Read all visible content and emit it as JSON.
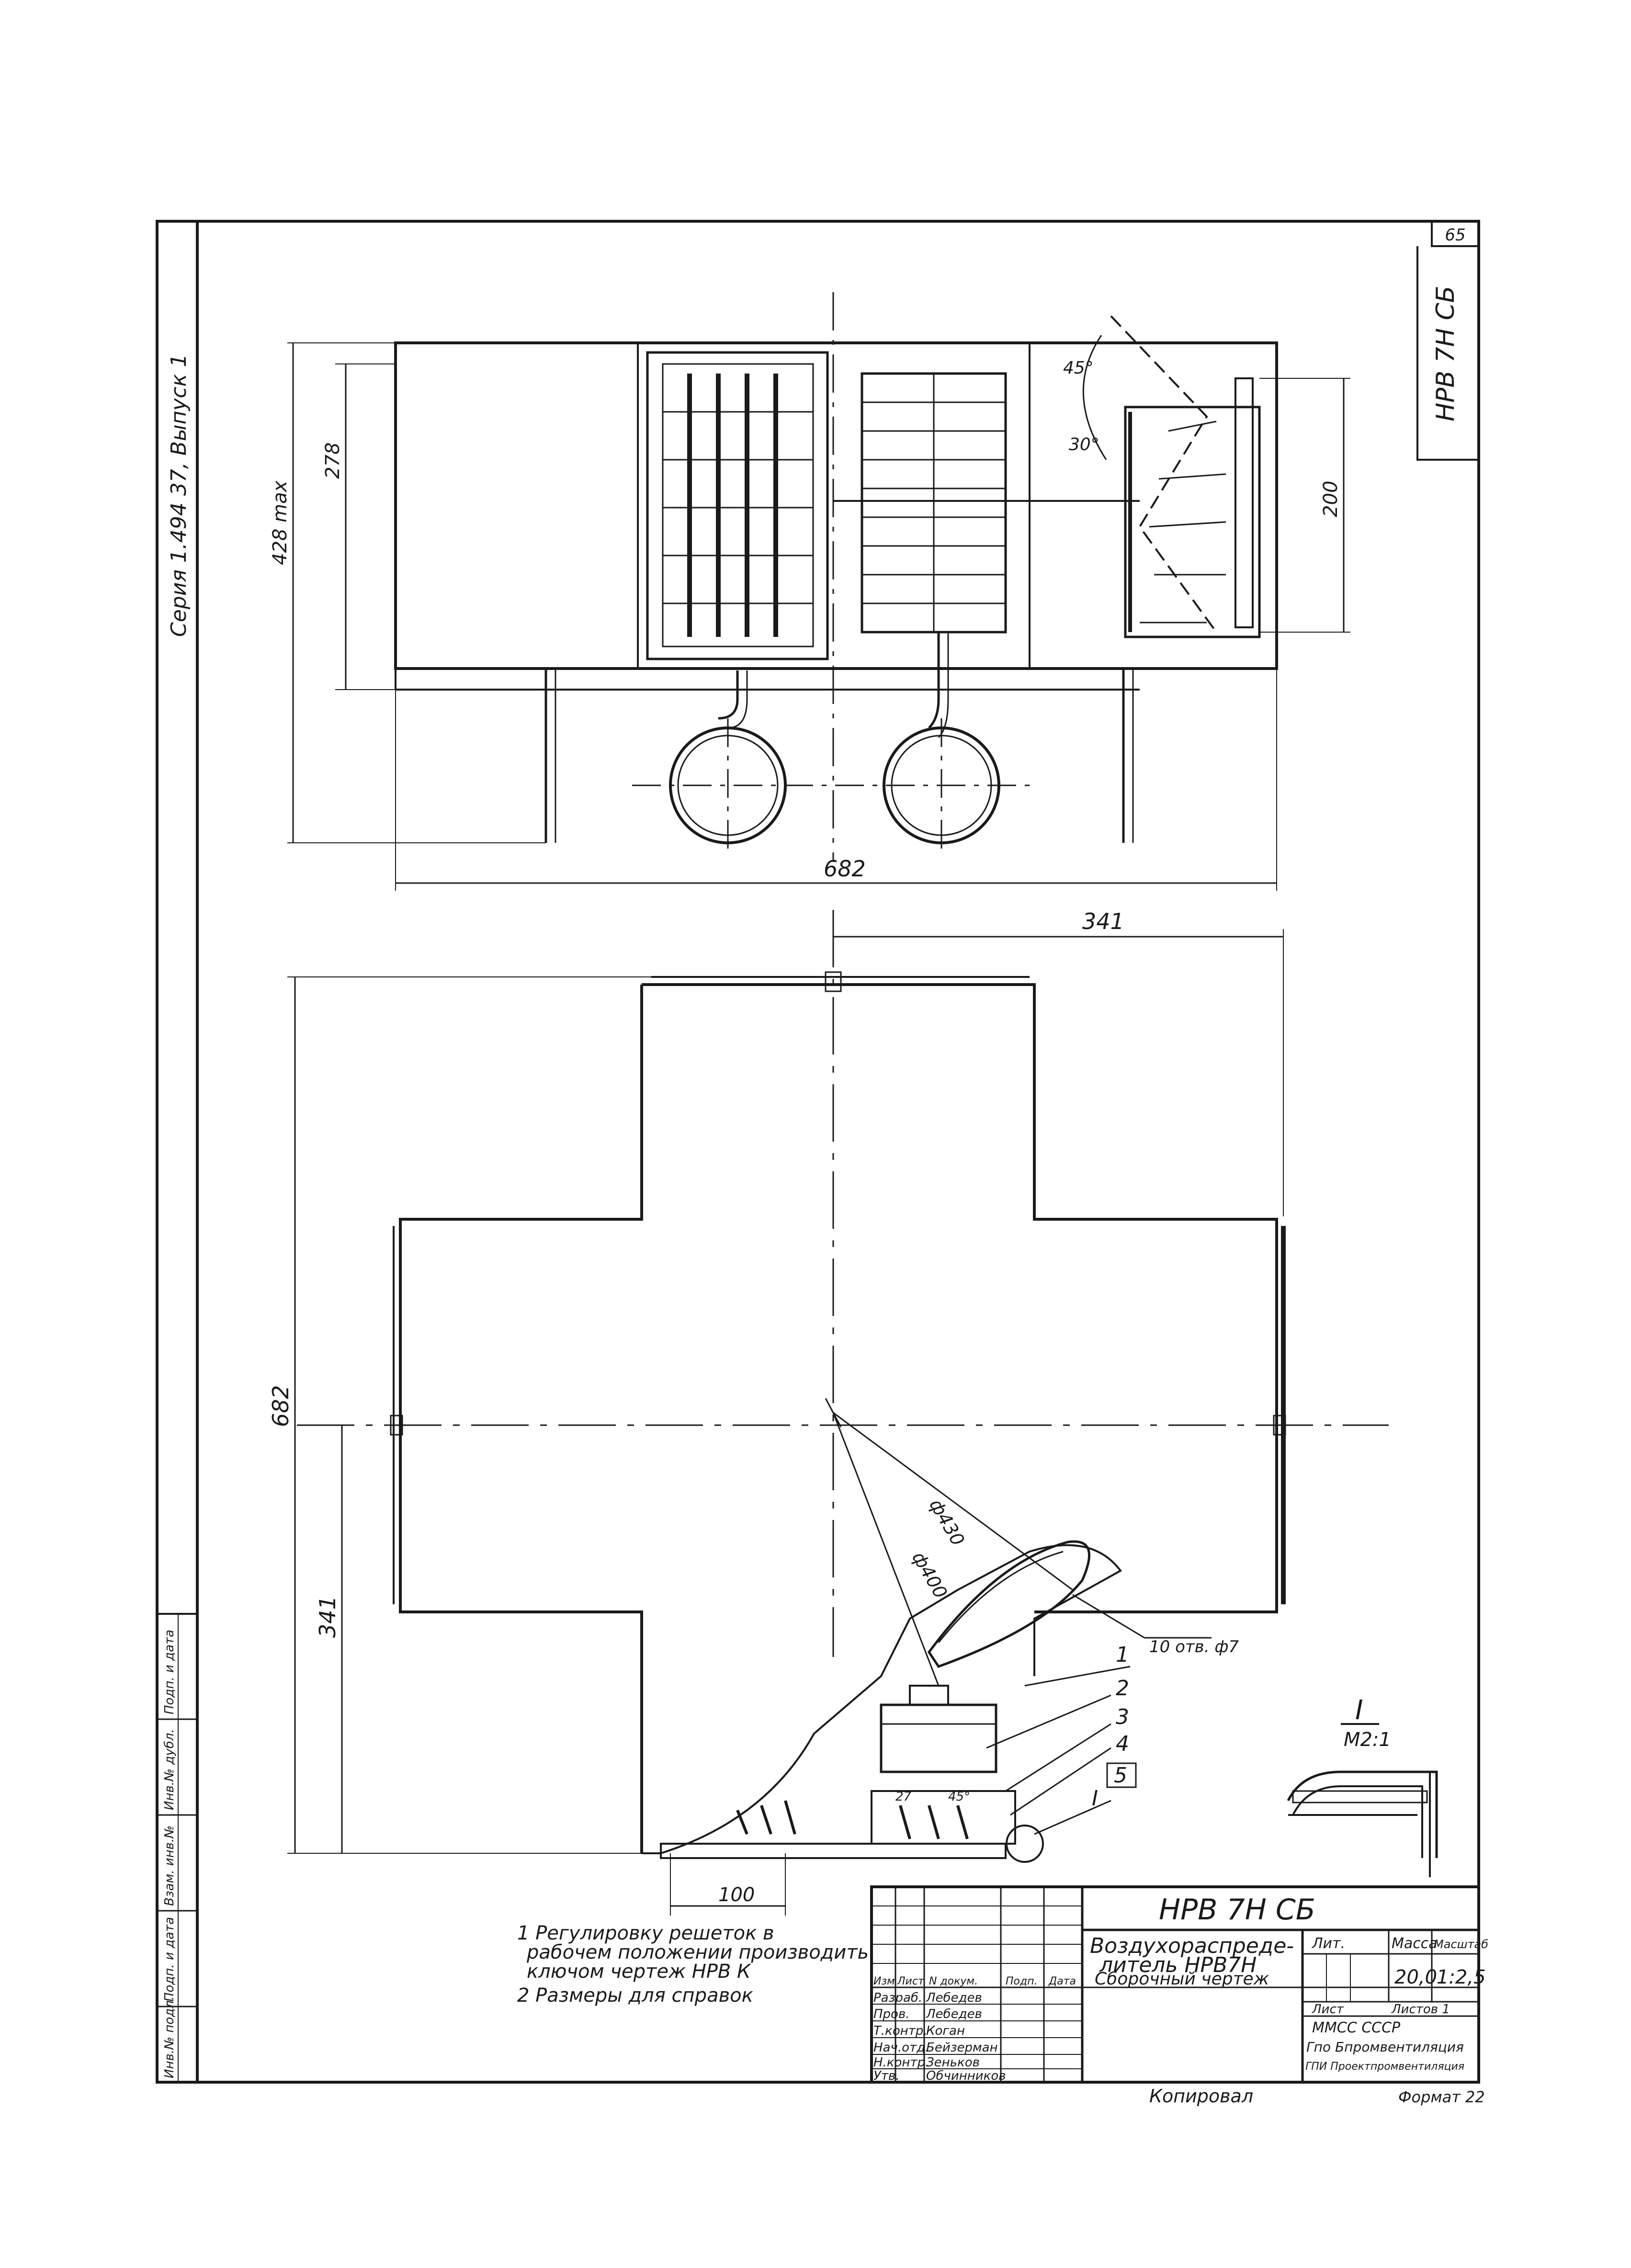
{
  "sheet": {
    "number": "65",
    "series": "Серия 1.494 37, Выпуск 1",
    "code_vertical": "НРВ 7Н СБ",
    "format": "Формат 22",
    "copied_by": "Копировал"
  },
  "stamps_left": [
    "Инв.№ подл.",
    "Подп. и дата",
    "Взам. инв.№",
    "Инв.№ дубл.",
    "Подп. и дата"
  ],
  "dims": {
    "top_height": "428 max",
    "top_inner": "278",
    "top_right": "200",
    "top_width": "682",
    "angle_45": "45°",
    "angle_30": "30°",
    "plan_half_top": "341",
    "plan_full": "682",
    "plan_half_left": "341",
    "dia_430": "ф430",
    "dia_400": "ф400",
    "holes": "10 отв. ф7",
    "bottom_100": "100",
    "small_45": "45°",
    "small_27": "27"
  },
  "callouts": [
    "1",
    "2",
    "3",
    "4",
    "5",
    "I"
  ],
  "detail": {
    "roman": "I",
    "scale": "M2:1"
  },
  "notes": [
    "1 Регулировку решеток в",
    "рабочем положении производить",
    "ключом чертеж НРВ К",
    "2 Размеры для справок"
  ],
  "title_block": {
    "designation": "НРВ 7Н СБ",
    "name_line1": "Воздухораспреде-",
    "name_line2": "литель НРВ7Н",
    "name_line3": "Сборочный чертеж",
    "col_headers": [
      "Изм",
      "Лист",
      "N докум.",
      "Подп.",
      "Дата"
    ],
    "roles": [
      {
        "role": "Разраб.",
        "name": "Лебедев"
      },
      {
        "role": "Пров.",
        "name": "Лебедев"
      },
      {
        "role": "Т.контр.",
        "name": "Коган"
      },
      {
        "role": "Нач.отд.",
        "name": "Бейзерман"
      },
      {
        "role": "Н.контр.",
        "name": "Зеньков"
      },
      {
        "role": "Утв.",
        "name": "Обчинников"
      }
    ],
    "lit_label": "Лит.",
    "mass_label": "Масса",
    "scale_label": "Масштаб",
    "mass": "20,0",
    "scale": "1:2,5",
    "sheet_label": "Лист",
    "sheets_label": "Листов 1",
    "org1": "ММСС СССР",
    "org2": "Гпо Бпромвентиляция",
    "org3": "ГПИ Проектпромвентиляция"
  }
}
